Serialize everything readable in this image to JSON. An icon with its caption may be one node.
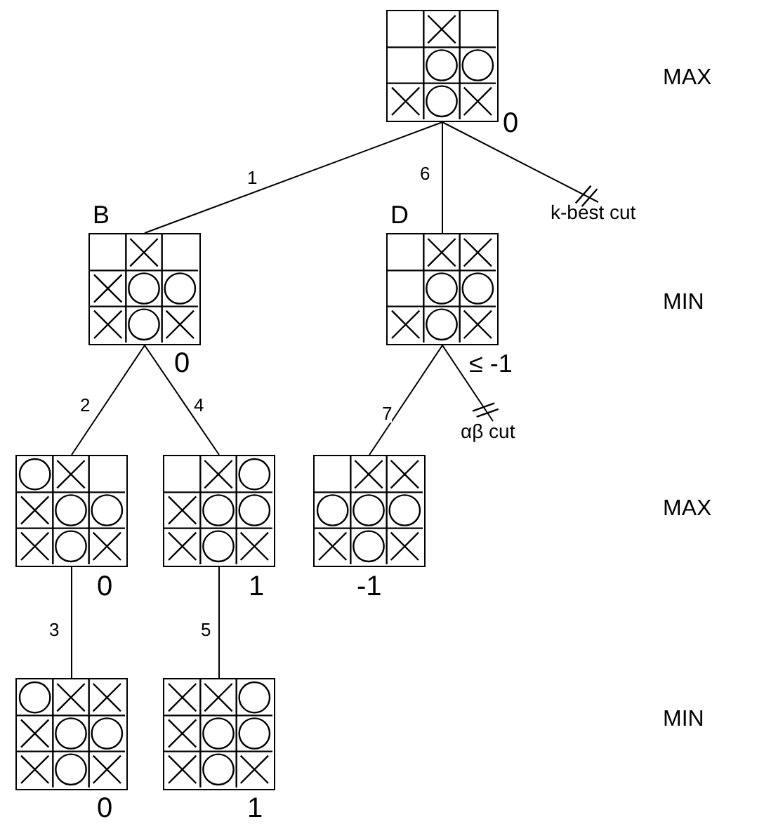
{
  "diagram": {
    "nodes": [
      {
        "text": [],
        "shape": "box",
        "beside": [
          "0"
        ]
      },
      {
        "text": [],
        "shape": "box",
        "beside": [
          "B",
          "0"
        ]
      },
      {
        "text": [],
        "shape": "box",
        "beside": [
          "D",
          "≤ -1"
        ]
      },
      {
        "text": [],
        "shape": "box",
        "beside": [
          "0"
        ]
      },
      {
        "text": [],
        "shape": "box",
        "beside": [
          "1"
        ]
      },
      {
        "text": [],
        "shape": "box",
        "beside": [
          "-1"
        ]
      },
      {
        "text": [],
        "shape": "box",
        "beside": [
          "0"
        ]
      },
      {
        "text": [],
        "shape": "box",
        "beside": [
          "1"
        ]
      },
      {
        "text": [
          "k-best cut"
        ]
      },
      {
        "text": [
          "αβ cut"
        ]
      }
    ],
    "edges": [
      {
        "from": 0,
        "to": 1,
        "arrow": "none",
        "label": "1"
      },
      {
        "from": 1,
        "to": 3,
        "arrow": "none",
        "label": "2"
      },
      {
        "from": 3,
        "to": 6,
        "arrow": "none",
        "label": "3"
      },
      {
        "from": 1,
        "to": 4,
        "arrow": "none",
        "label": "4"
      },
      {
        "from": 4,
        "to": 7,
        "arrow": "none",
        "label": "5"
      },
      {
        "from": 0,
        "to": 2,
        "arrow": "none",
        "label": "6"
      },
      {
        "from": 2,
        "to": 5,
        "arrow": "none",
        "label": "7"
      },
      {
        "from": 0,
        "to": 8,
        "arrow": "other"
      },
      {
        "from": 2,
        "to": 9,
        "arrow": "other"
      }
    ],
    "labels": [
      "MAX",
      "MIN",
      "MAX",
      "MIN"
    ]
  }
}
